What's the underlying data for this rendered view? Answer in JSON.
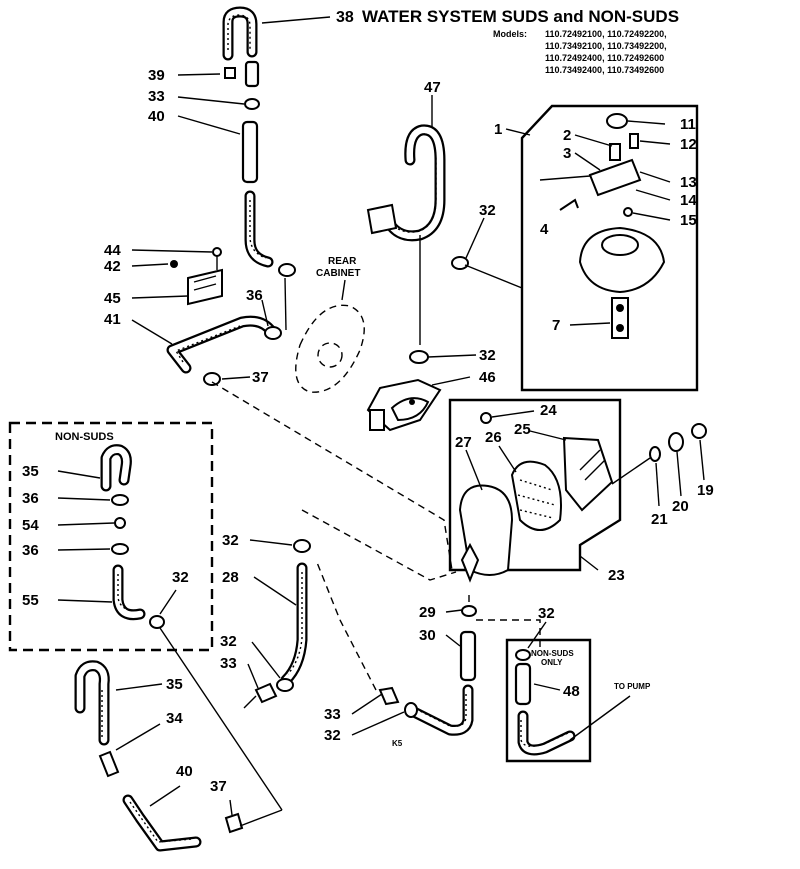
{
  "header": {
    "number": "38",
    "title": "WATER SYSTEM SUDS and NON-SUDS",
    "models_label": "Models:",
    "model_lines": [
      "110.72492100, 110.72492200,",
      "110.73492100, 110.73492200,",
      "110.72492400, 110.72492600",
      "110.73492400, 110.73492600"
    ]
  },
  "labels": {
    "rear_cabinet_line1": "REAR",
    "rear_cabinet_line2": "CABINET",
    "non_suds_box": "NON-SUDS",
    "non_suds_only_line1": "NON-SUDS",
    "non_suds_only_line2": "ONLY",
    "to_pump": "TO PUMP",
    "code": "K5"
  },
  "callouts": {
    "p1": "1",
    "p2": "2",
    "p3": "3",
    "p4": "4",
    "p7": "7",
    "p11": "11",
    "p12": "12",
    "p13": "13",
    "p14": "14",
    "p15": "15",
    "p19": "19",
    "p20": "20",
    "p21": "21",
    "p23": "23",
    "p24": "24",
    "p25": "25",
    "p26": "26",
    "p27": "27",
    "p28": "28",
    "p29": "29",
    "p30": "30",
    "p32": "32",
    "p33": "33",
    "p34": "34",
    "p35": "35",
    "p36": "36",
    "p37": "37",
    "p39": "39",
    "p40": "40",
    "p41": "41",
    "p42": "42",
    "p44": "44",
    "p45": "45",
    "p46": "46",
    "p47": "47",
    "p48": "48",
    "p54": "54",
    "p55": "55"
  }
}
